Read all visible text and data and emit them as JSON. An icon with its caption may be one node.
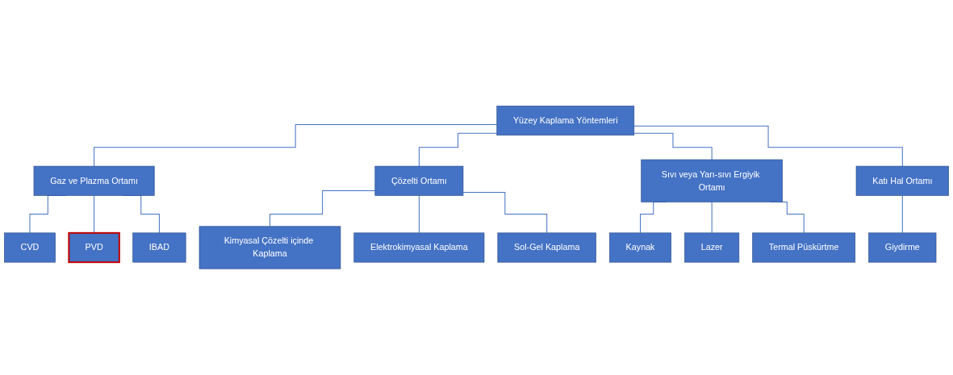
{
  "diagram": {
    "nodes": [
      {
        "text": [
          "Yüzey Kaplama Yöntemleri"
        ]
      },
      {
        "text": [
          "Gaz ve Plazma Ortamı"
        ]
      },
      {
        "text": [
          "Çözelti Ortamı"
        ]
      },
      {
        "text": [
          "Sıvı veya Yarı-sıvı Ergiyik Ortamı"
        ]
      },
      {
        "text": [
          "Katı Hal Ortamı"
        ]
      },
      {
        "text": [
          "CVD"
        ]
      },
      {
        "text": [
          "PVD"
        ]
      },
      {
        "text": [
          "IBAD"
        ]
      },
      {
        "text": [
          "Kimyasal Çözelti içinde Kaplama"
        ]
      },
      {
        "text": [
          "Elektrokimyasal Kaplama"
        ]
      },
      {
        "text": [
          "Sol-Gel Kaplama"
        ]
      },
      {
        "text": [
          "Kaynak"
        ]
      },
      {
        "text": [
          "Lazer"
        ]
      },
      {
        "text": [
          "Termal Püskürtme"
        ]
      },
      {
        "text": [
          "Giydirme"
        ]
      }
    ],
    "edges": [
      {
        "from": 0,
        "to": 1,
        "arrow": "none"
      },
      {
        "from": 0,
        "to": 2,
        "arrow": "none"
      },
      {
        "from": 0,
        "to": 3,
        "arrow": "none"
      },
      {
        "from": 0,
        "to": 4,
        "arrow": "none"
      },
      {
        "from": 1,
        "to": 5,
        "arrow": "none"
      },
      {
        "from": 1,
        "to": 6,
        "arrow": "none"
      },
      {
        "from": 1,
        "to": 7,
        "arrow": "none"
      },
      {
        "from": 2,
        "to": 8,
        "arrow": "none"
      },
      {
        "from": 2,
        "to": 9,
        "arrow": "none"
      },
      {
        "from": 2,
        "to": 10,
        "arrow": "none"
      },
      {
        "from": 3,
        "to": 11,
        "arrow": "none"
      },
      {
        "from": 3,
        "to": 12,
        "arrow": "none"
      },
      {
        "from": 3,
        "to": 13,
        "arrow": "none"
      },
      {
        "from": 4,
        "to": 14,
        "arrow": "none"
      }
    ]
  }
}
